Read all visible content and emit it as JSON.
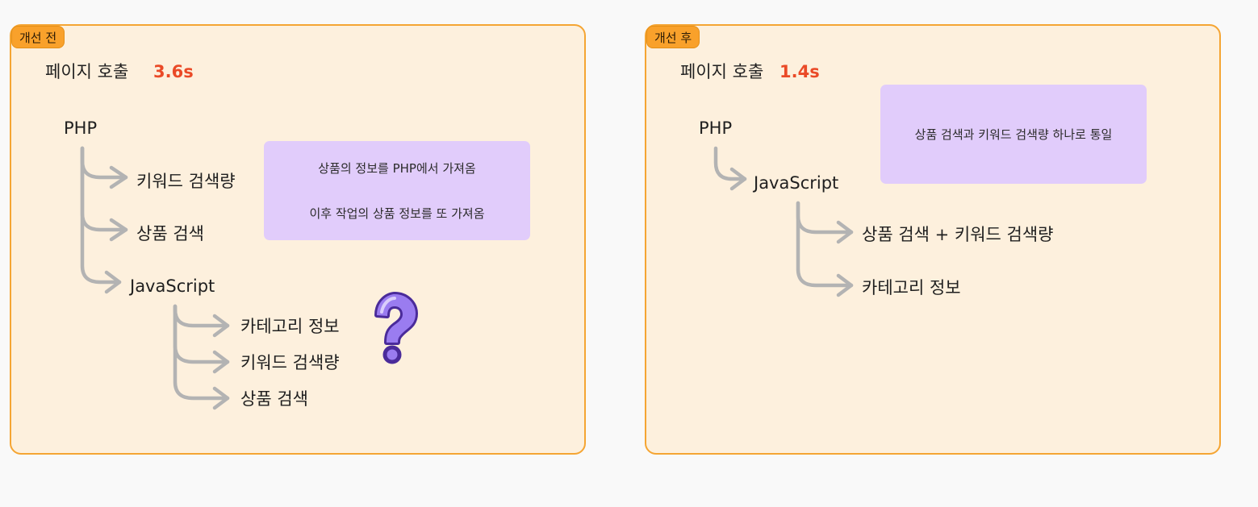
{
  "before": {
    "tag": "개선 전",
    "page_call_label": "페이지 호출",
    "page_call_time": "3.6s",
    "root": "PHP",
    "php_children": [
      "키워드 검색량",
      "상품 검색",
      "JavaScript"
    ],
    "js_children": [
      "카테고리 정보",
      "키워드 검색량",
      "상품 검색"
    ],
    "note_lines": [
      "상품의 정보를 PHP에서 가져옴",
      "이후 작업의 상품 정보를 또 가져옴"
    ],
    "question_icon": "question-mark-icon"
  },
  "after": {
    "tag": "개선 후",
    "page_call_label": "페이지 호출",
    "page_call_time": "1.4s",
    "root": "PHP",
    "php_children": [
      "JavaScript"
    ],
    "js_children": [
      "상품 검색 + 키워드 검색량",
      "카테고리 정보"
    ],
    "note_lines": [
      "상품 검색과 키워드 검색량 하나로 통일"
    ]
  },
  "colors": {
    "panel_bg": "#fdf0dd",
    "panel_border": "#f5a533",
    "tag_bg": "#f9a12b",
    "time_red": "#ea4a27",
    "note_purple": "#e1ccfb",
    "arrow_gray": "#b3b3b3",
    "question_purple": "#7b5ee0"
  }
}
